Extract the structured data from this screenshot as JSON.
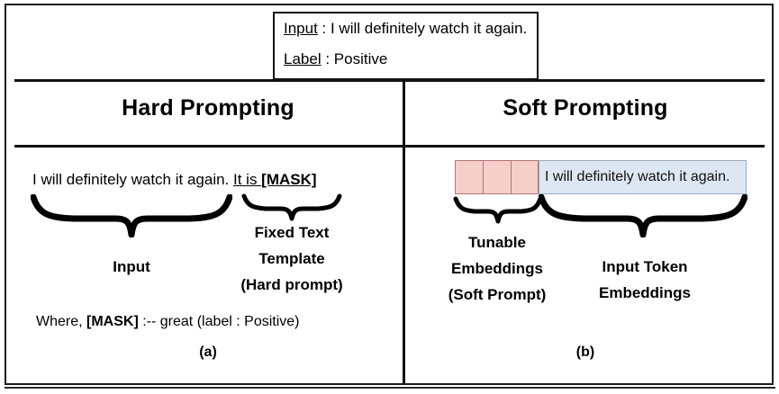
{
  "figure": {
    "top_card": {
      "rows": [
        {
          "key": "Input",
          "sep": " :  ",
          "value": "I will definitely watch it again."
        },
        {
          "key": "Label",
          "sep": " :  ",
          "value": "Positive"
        }
      ]
    },
    "panels": [
      {
        "id": "hard",
        "title": "Hard Prompting",
        "caption": "(a)",
        "sentence": {
          "input_part": "I will definitely watch it again. ",
          "template_part": "It is ",
          "mask_part": "[MASK]"
        },
        "brace_labels": [
          {
            "name": "input",
            "lines": [
              "Input"
            ]
          },
          {
            "name": "fixed-text-template",
            "lines": [
              "Fixed Text",
              "Template",
              "(Hard prompt)"
            ]
          }
        ],
        "footnote": {
          "prefix": "Where,  ",
          "mask": "[MASK]",
          "suffix": " :-- great (label : Positive)"
        }
      },
      {
        "id": "soft",
        "title": "Soft Prompting",
        "caption": "(b)",
        "soft_tokens": {
          "count": 3,
          "label": ""
        },
        "input_text": "I will definitely watch it again.",
        "brace_labels": [
          {
            "name": "tunable-embeddings",
            "lines": [
              "Tunable",
              "Embeddings",
              "(Soft Prompt)"
            ]
          },
          {
            "name": "input-token-embeddings",
            "lines": [
              "Input Token",
              "Embeddings"
            ]
          }
        ]
      }
    ],
    "colors": {
      "soft_token_fill": "#f6cfcb",
      "soft_token_border": "#b07571",
      "input_box_fill": "#dde7f3",
      "input_box_border": "#9aabc2",
      "line": "#111111",
      "text": "#000000",
      "background": "#ffffff"
    }
  }
}
